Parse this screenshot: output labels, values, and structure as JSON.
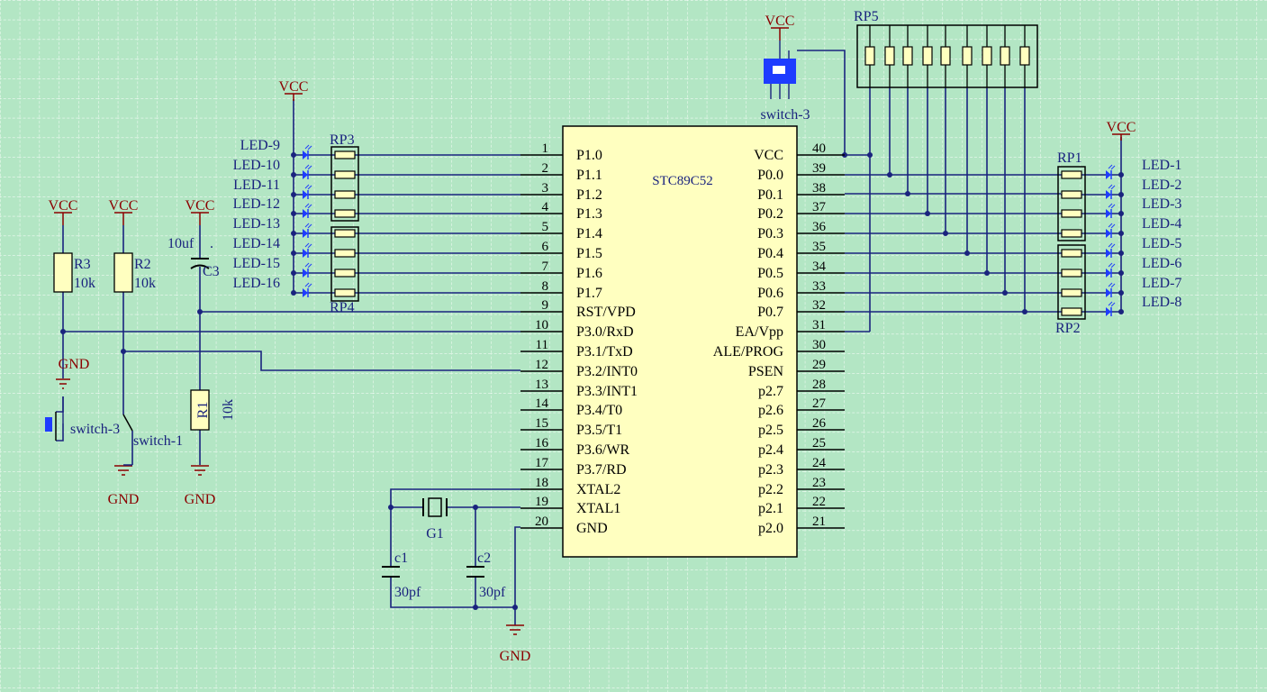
{
  "chip": {
    "name": "STC89C52",
    "left_pins": [
      {
        "num": "1",
        "name": "P1.0"
      },
      {
        "num": "2",
        "name": "P1.1"
      },
      {
        "num": "3",
        "name": "P1.2"
      },
      {
        "num": "4",
        "name": "P1.3"
      },
      {
        "num": "5",
        "name": "P1.4"
      },
      {
        "num": "6",
        "name": "P1.5"
      },
      {
        "num": "7",
        "name": "P1.6"
      },
      {
        "num": "8",
        "name": "P1.7"
      },
      {
        "num": "9",
        "name": "RST/VPD"
      },
      {
        "num": "10",
        "name": "P3.0/RxD"
      },
      {
        "num": "11",
        "name": "P3.1/TxD"
      },
      {
        "num": "12",
        "name": "P3.2/INT0"
      },
      {
        "num": "13",
        "name": "P3.3/INT1"
      },
      {
        "num": "14",
        "name": "P3.4/T0"
      },
      {
        "num": "15",
        "name": "P3.5/T1"
      },
      {
        "num": "16",
        "name": "P3.6/WR"
      },
      {
        "num": "17",
        "name": "P3.7/RD"
      },
      {
        "num": "18",
        "name": "XTAL2"
      },
      {
        "num": "19",
        "name": "XTAL1"
      },
      {
        "num": "20",
        "name": "GND"
      }
    ],
    "right_pins": [
      {
        "num": "40",
        "name": "VCC"
      },
      {
        "num": "39",
        "name": "P0.0"
      },
      {
        "num": "38",
        "name": "P0.1"
      },
      {
        "num": "37",
        "name": "P0.2"
      },
      {
        "num": "36",
        "name": "P0.3"
      },
      {
        "num": "35",
        "name": "P0.4"
      },
      {
        "num": "34",
        "name": "P0.5"
      },
      {
        "num": "33",
        "name": "P0.6"
      },
      {
        "num": "32",
        "name": "P0.7"
      },
      {
        "num": "31",
        "name": "EA/Vpp"
      },
      {
        "num": "30",
        "name": "ALE/PROG"
      },
      {
        "num": "29",
        "name": "PSEN"
      },
      {
        "num": "28",
        "name": "p2.7"
      },
      {
        "num": "27",
        "name": "p2.6"
      },
      {
        "num": "26",
        "name": "p2.5"
      },
      {
        "num": "25",
        "name": "p2.4"
      },
      {
        "num": "24",
        "name": "p2.3"
      },
      {
        "num": "23",
        "name": "p2.2"
      },
      {
        "num": "22",
        "name": "p2.1"
      },
      {
        "num": "21",
        "name": "p2.0"
      }
    ]
  },
  "leds_left": [
    "LED-9",
    "LED-10",
    "LED-11",
    "LED-12",
    "LED-13",
    "LED-14",
    "LED-15",
    "LED-16"
  ],
  "leds_right": [
    "LED-1",
    "LED-2",
    "LED-3",
    "LED-4",
    "LED-5",
    "LED-6",
    "LED-7",
    "LED-8"
  ],
  "power": {
    "vcc": "VCC",
    "gnd": "GND"
  },
  "components": {
    "rp1": "RP1",
    "rp2": "RP2",
    "rp3": "RP3",
    "rp4": "RP4",
    "rp5": "RP5",
    "r1": "R1",
    "r1_val": "10k",
    "r2": "R2",
    "r2_val": "10k",
    "r3": "R3",
    "r3_val": "10k",
    "c3": "C3",
    "c3_val": "10uf",
    "c1": "c1",
    "c1_val": "30pf",
    "c2": "c2",
    "c2_val": "30pf",
    "crystal": "G1",
    "switch1": "switch-1",
    "switch3a": "switch-3",
    "switch3b": "switch-3"
  },
  "colors": {
    "background": "#b3e6c4",
    "grid": "#ffffff",
    "wire": "#1a237e",
    "pin_line": "#000000",
    "chip_fill": "#ffffc0",
    "power_symbol": "#8b0000",
    "led": "#1e3cff"
  }
}
